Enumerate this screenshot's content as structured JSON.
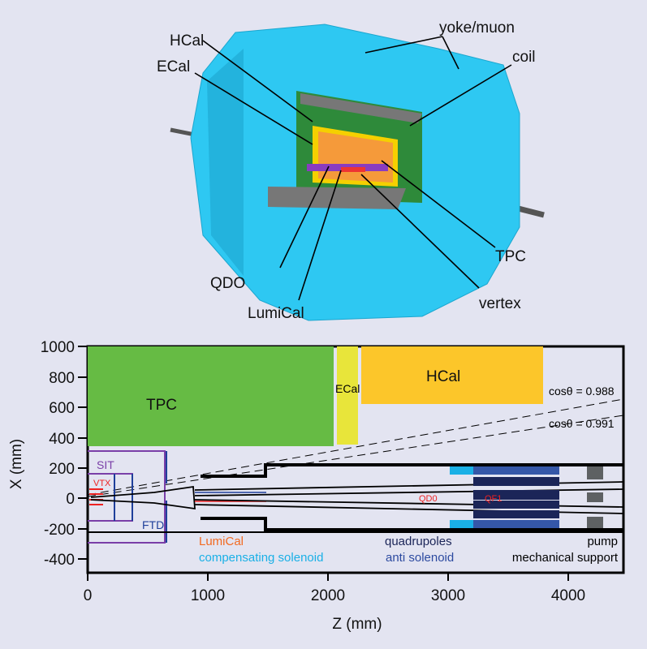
{
  "detector3d": {
    "labels": {
      "hcal": "HCal",
      "ecal": "ECal",
      "yoke": "yoke/muon",
      "coil": "coil",
      "tpc": "TPC",
      "qdo": "QDO",
      "lumical": "LumiCal",
      "vertex": "vertex"
    }
  },
  "plot": {
    "xlabel": "Z (mm)",
    "ylabel": "X (mm)",
    "xticks": [
      "0",
      "1000",
      "2000",
      "3000",
      "4000"
    ],
    "yticks": [
      "1000",
      "800",
      "600",
      "400",
      "200",
      "0",
      "-200",
      "-400"
    ],
    "regions": {
      "tpc": "TPC",
      "ecal": "ECal",
      "hcal": "HCal",
      "sit": "SIT",
      "vtx": "VTX",
      "ftd": "FTD",
      "qd0": "QD0",
      "qf1": "QF1"
    },
    "angles": [
      "cosθ = 0.988",
      "cosθ = 0.991"
    ],
    "legend": {
      "lumical": "LumiCal",
      "comp": "compensating solenoid",
      "quad": "quadrupoles",
      "anti": "anti solenoid",
      "pump": "pump",
      "mech": "mechanical support"
    },
    "colors": {
      "tpc": "#66bb44",
      "ecal": "#e8e53a",
      "hcal": "#fcc62a",
      "cyan": "#28c6f0"
    }
  }
}
